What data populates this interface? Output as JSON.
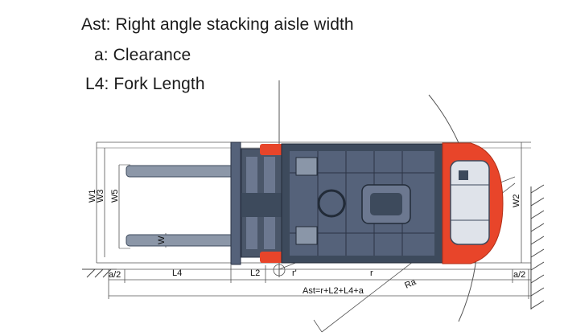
{
  "legend": {
    "line1": "Ast: Right angle stacking aisle width",
    "line2": "a: Clearance",
    "line3": "L4:  Fork Length"
  },
  "labels": {
    "w1": "W1",
    "w3": "W3",
    "w5": "W5",
    "w": "W",
    "w2": "W2",
    "a_half_left": "a/2",
    "a_half_right": "a/2",
    "l4": "L4",
    "l2": "L2",
    "r_prime": "r'",
    "r": "r",
    "ra": "Ra",
    "ast_formula": "Ast=r+L2+L4+a"
  },
  "colors": {
    "accent": "#e8452a",
    "chassis": "#3d4a5c",
    "chassis_light": "#8a96a8",
    "fork": "#8c97a8",
    "line": "#333333"
  }
}
